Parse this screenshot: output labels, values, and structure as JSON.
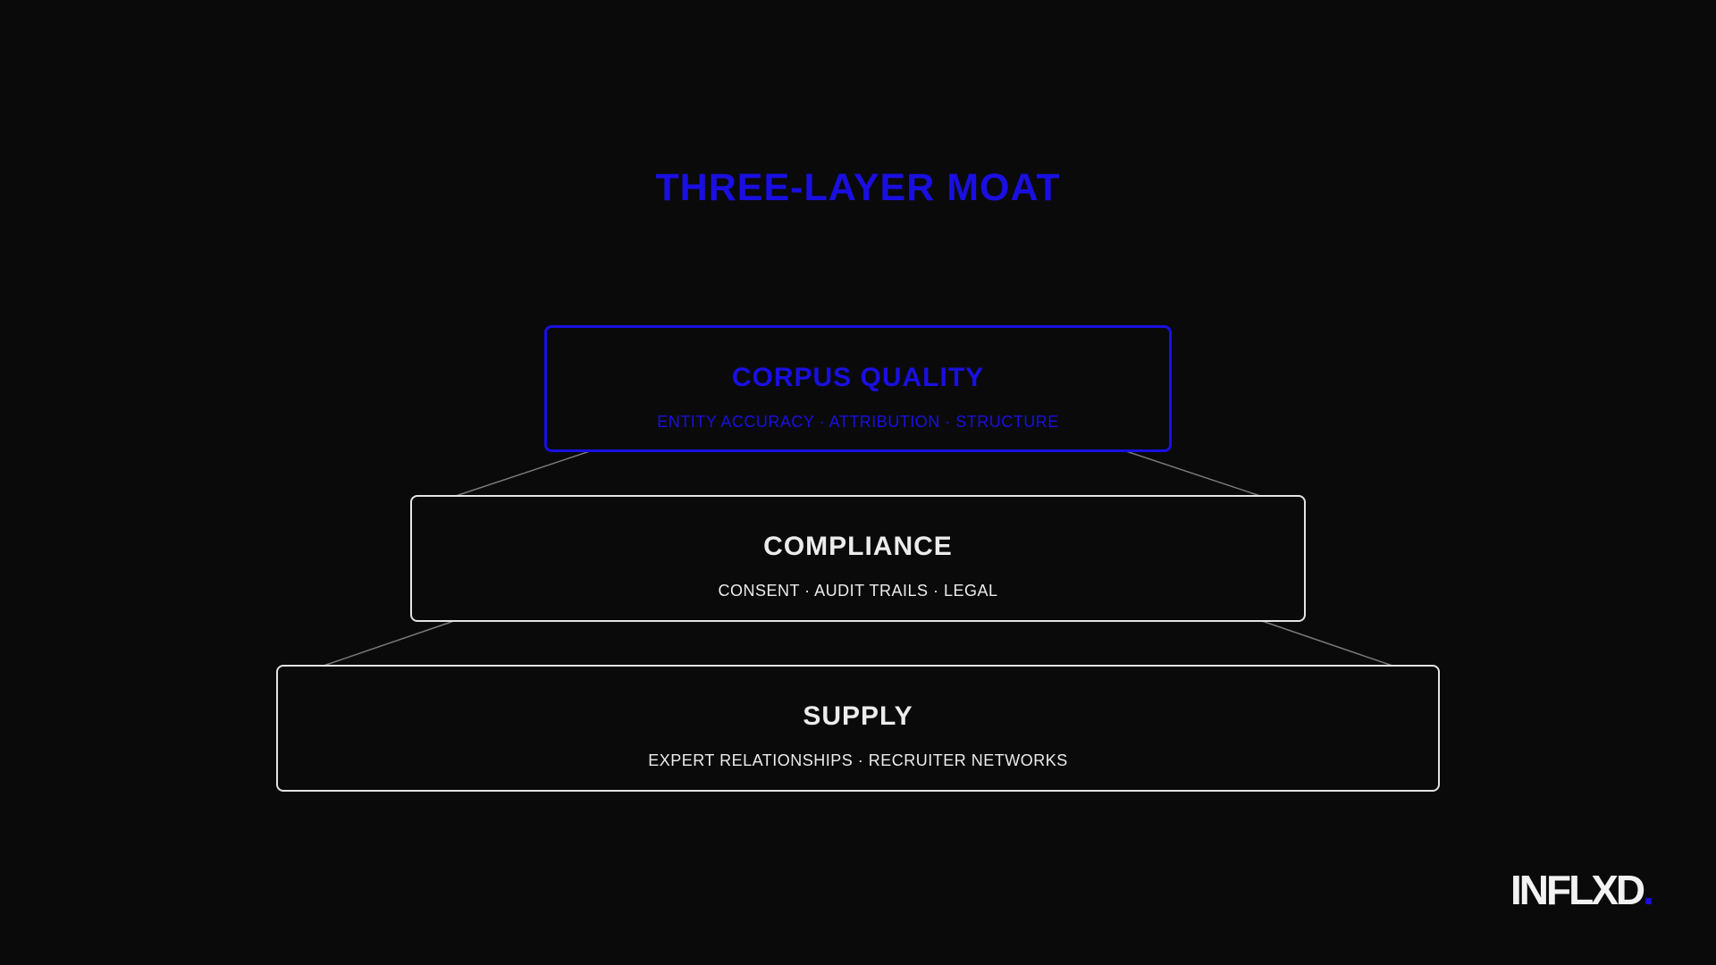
{
  "title": "THREE-LAYER MOAT",
  "colors": {
    "accent": "#1a0fe0",
    "background": "#0a0a0b",
    "foreground": "#ececec",
    "connector": "#7a7a7a"
  },
  "layers": [
    {
      "name": "CORPUS QUALITY",
      "subtitle": "ENTITY ACCURACY · ATTRIBUTION · STRUCTURE",
      "highlighted": true
    },
    {
      "name": "COMPLIANCE",
      "subtitle": "CONSENT · AUDIT TRAILS · LEGAL",
      "highlighted": false
    },
    {
      "name": "SUPPLY",
      "subtitle": "EXPERT RELATIONSHIPS · RECRUITER NETWORKS",
      "highlighted": false
    }
  ],
  "logo": {
    "text": "INFLXD",
    "dot": "."
  }
}
